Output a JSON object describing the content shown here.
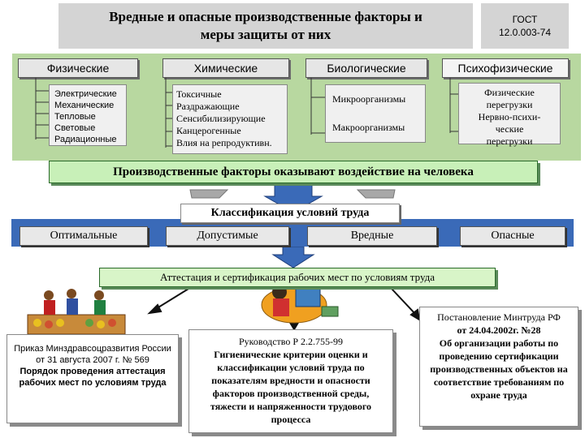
{
  "title": "Вредные и опасные производственные факторы и меры защиты от них",
  "standard": {
    "line1": "ГОСТ",
    "line2": "12.0.003-74"
  },
  "factor_groups": [
    {
      "label": "Физические",
      "items": [
        "Электрические",
        "Механические",
        "Тепловые",
        "Световые",
        "Радиационные"
      ]
    },
    {
      "label": "Химические",
      "items": [
        "Токсичные",
        "Раздражающие",
        "Сенсибилизирующие",
        "Канцерогенные",
        "Влия на репродуктивн."
      ]
    },
    {
      "label": "Биологические",
      "items": [
        "Микроорганизмы",
        "Макроорганизмы"
      ]
    },
    {
      "label": "Психофизические",
      "items": [
        "Физические перегрузки",
        "Нервно-психи-ческие перегрузки"
      ]
    }
  ],
  "influence": "Производственные факторы оказывают воздействие на человека",
  "classification": {
    "title": "Классификация условий труда",
    "categories": [
      "Оптимальные",
      "Допустимые",
      "Вредные",
      "Опасные"
    ]
  },
  "attestation": "Аттестация и сертификация рабочих мест по условиям труда",
  "documents": {
    "left": {
      "line1": "Приказ Минздравсоцразвития России",
      "line2": "от 31 августа 2007 г. № 569",
      "line3": "Порядок проведения аттестация рабочих мест по условиям труда"
    },
    "middle": {
      "line1": "Руководство Р 2.2.755-99",
      "line2": "Гигиенические критерии оценки и классификации условий труда по показателям вредности и опасности факторов производственной среды, тяжести и напряженности трудового процесса"
    },
    "right": {
      "line1": "Постановление Минтруда РФ",
      "line2": "от 24.04.2002г. №28",
      "line3": "Об организации работы по проведению сертификации производственных объектов на соответствие требованиям по охране труда"
    }
  },
  "colors": {
    "green_band": "#b8d8a0",
    "blue_band": "#3a6ab8",
    "arrow": "#3a6ab8"
  }
}
